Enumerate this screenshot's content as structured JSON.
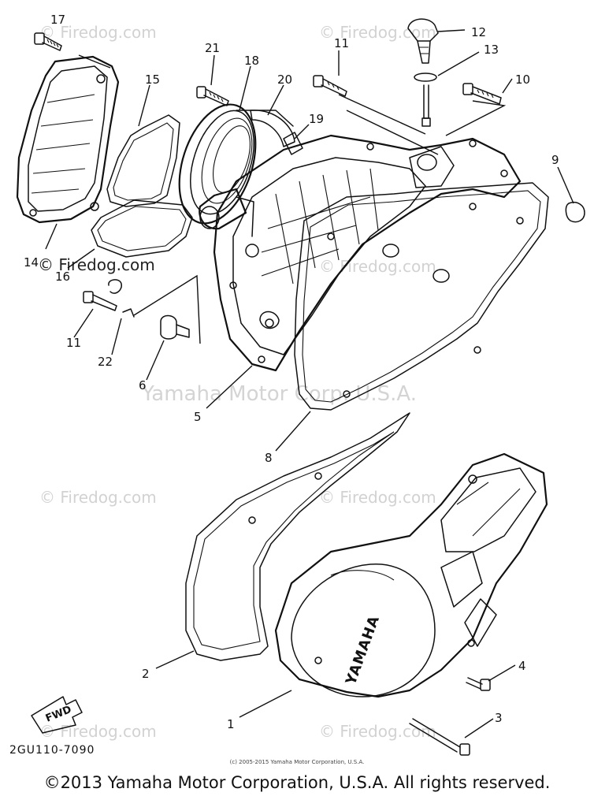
{
  "watermarks": {
    "firedog": "© Firedog.com",
    "yamaha": "Yamaha Motor Corp. U.S.A."
  },
  "labels": {
    "p1": "1",
    "p2": "2",
    "p3": "3",
    "p4": "4",
    "p5": "5",
    "p6": "6",
    "p8": "8",
    "p9": "9",
    "p10": "10",
    "p11a": "11",
    "p11b": "11",
    "p12": "12",
    "p13": "13",
    "p14": "14",
    "p15": "15",
    "p16": "16",
    "p17": "17",
    "p18": "18",
    "p19": "19",
    "p20": "20",
    "p21": "21",
    "p22": "22"
  },
  "cover_text": "YAMAHA",
  "fwd_text": "FWD",
  "drawing_code": "2GU110-7090",
  "small_copyright": "(c) 2005-2015 Yamaha Motor Corporation, U.S.A.",
  "footer_copyright": "©2013 Yamaha Motor Corporation, U.S.A. All rights reserved."
}
